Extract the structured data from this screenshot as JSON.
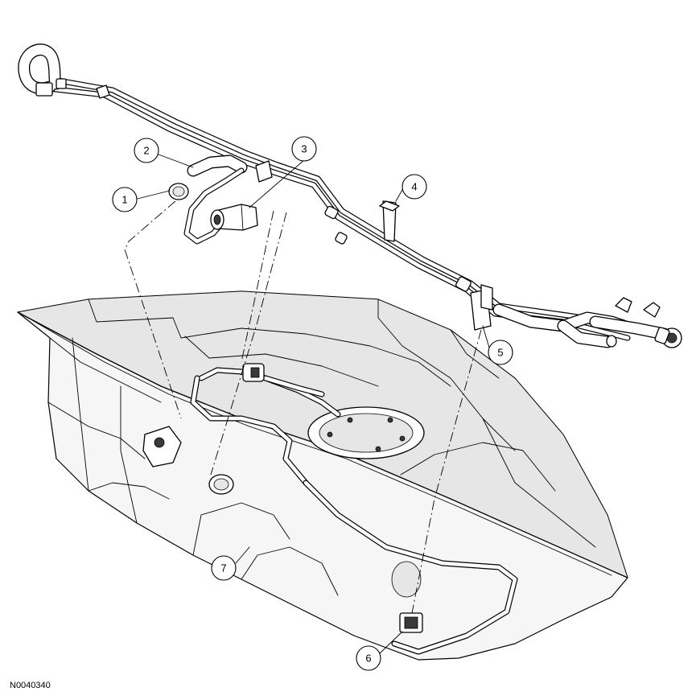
{
  "figure": {
    "reference_code": "N0040340",
    "callouts": [
      {
        "id": "callout-1",
        "label": "1"
      },
      {
        "id": "callout-2",
        "label": "2"
      },
      {
        "id": "callout-3",
        "label": "3"
      },
      {
        "id": "callout-4",
        "label": "4"
      },
      {
        "id": "callout-5",
        "label": "5"
      },
      {
        "id": "callout-6",
        "label": "6"
      },
      {
        "id": "callout-7",
        "label": "7"
      }
    ]
  }
}
